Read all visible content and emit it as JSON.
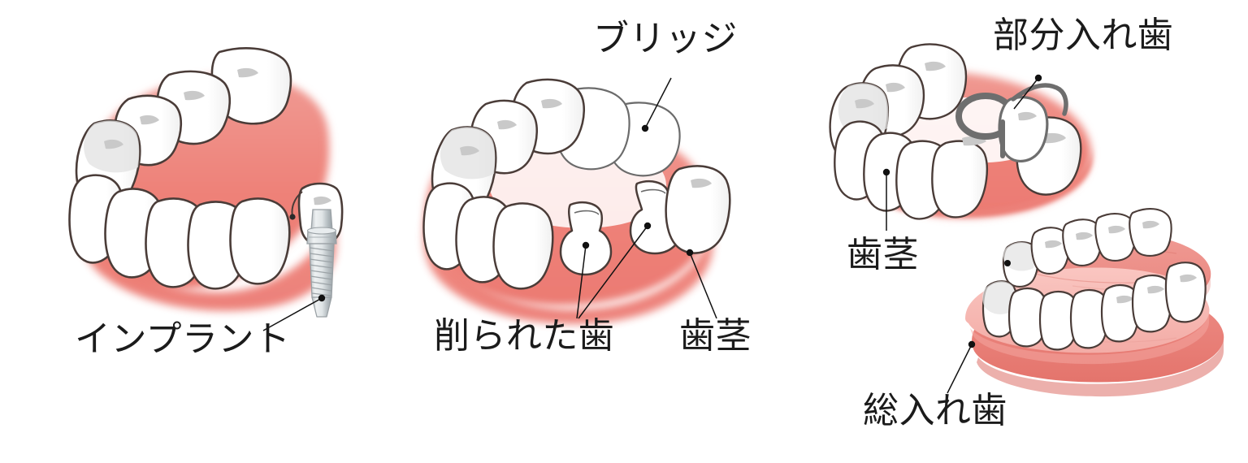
{
  "illustration": {
    "title": "Dental tooth replacement options comparison",
    "language": "ja",
    "background_color": "#ffffff",
    "panels": [
      {
        "id": "implant",
        "name": "implant-panel",
        "labels": [
          "インプラント"
        ]
      },
      {
        "id": "bridge",
        "name": "bridge-panel",
        "labels": [
          "ブリッジ",
          "削られた歯",
          "歯茎"
        ]
      },
      {
        "id": "denture",
        "name": "denture-panel",
        "labels": [
          "部分入れ歯",
          "歯茎",
          "総入れ歯"
        ]
      }
    ]
  },
  "labels": {
    "implant": "インプラント",
    "bridge": "ブリッジ",
    "shaved_teeth": "削られた歯",
    "gum_middle": "歯茎",
    "partial_denture": "部分入れ歯",
    "gum_right": "歯茎",
    "full_denture": "総入れ歯"
  },
  "colors": {
    "gum": "#ef8a83",
    "gum_deep": "#e8746c",
    "gum_light": "#f6b3ad",
    "denture_base": "#f7b9b4",
    "denture_saddle": "#e8847d",
    "tooth_fill": "#ffffff",
    "tooth_outline": "#4a3c38",
    "tooth_outline_soft": "#6b6b6b",
    "enamel_mark": "#c9c9c9",
    "metal_light": "#e3e6e7",
    "metal_mid": "#c8cdd0",
    "metal_dark": "#9aa1a5",
    "clasp": "#6e6e6e",
    "leader_line": "#111111",
    "text": "#1b1b1b",
    "background": "#ffffff"
  },
  "icons": {
    "implant_screw": "implant-screw-icon",
    "clasp": "denture-clasp-icon",
    "leader_dot": "leader-dot-icon"
  }
}
